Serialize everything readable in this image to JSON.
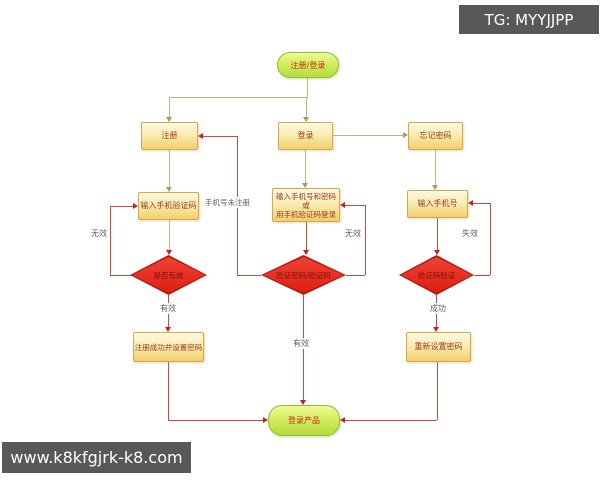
{
  "watermark_top": "TG: MYYJJPP",
  "watermark_bottom": "www.k8kfgjrk-k8.com",
  "flow": {
    "start": "注册/登录",
    "register": "注册",
    "login": "登录",
    "forgot_password": "忘记密码",
    "enter_sms_code": "输入手机验证码",
    "login_input_l1": "输入手机号和密码",
    "login_input_l2": "或",
    "login_input_l3": "用手机验证码登录",
    "enter_phone": "输入手机号",
    "check_valid": "是否有效",
    "check_password": "验证密码/验证码",
    "check_code": "验证码验证",
    "register_success": "注册成功并设置密码",
    "reset_password": "重新设置密码",
    "end": "登录产品"
  },
  "edge_labels": {
    "invalid_left": "无效",
    "invalid_mid": "无效",
    "expired_right": "失效",
    "valid_left": "有效",
    "valid_mid": "有效",
    "success_right": "成功",
    "phone_not_registered": "手机号未注册"
  },
  "colors": {
    "watermark_bg": "#58585a",
    "box_fill_bottom": "#f2cf6b",
    "box_border": "#d2a94f",
    "box_text": "#a03a20",
    "pill_fill": "#c6e64e",
    "pill_text": "#cb2b10",
    "diamond_fill": "#e2261a",
    "line_red": "#cc4a40",
    "line_olive": "#b7ba85"
  }
}
